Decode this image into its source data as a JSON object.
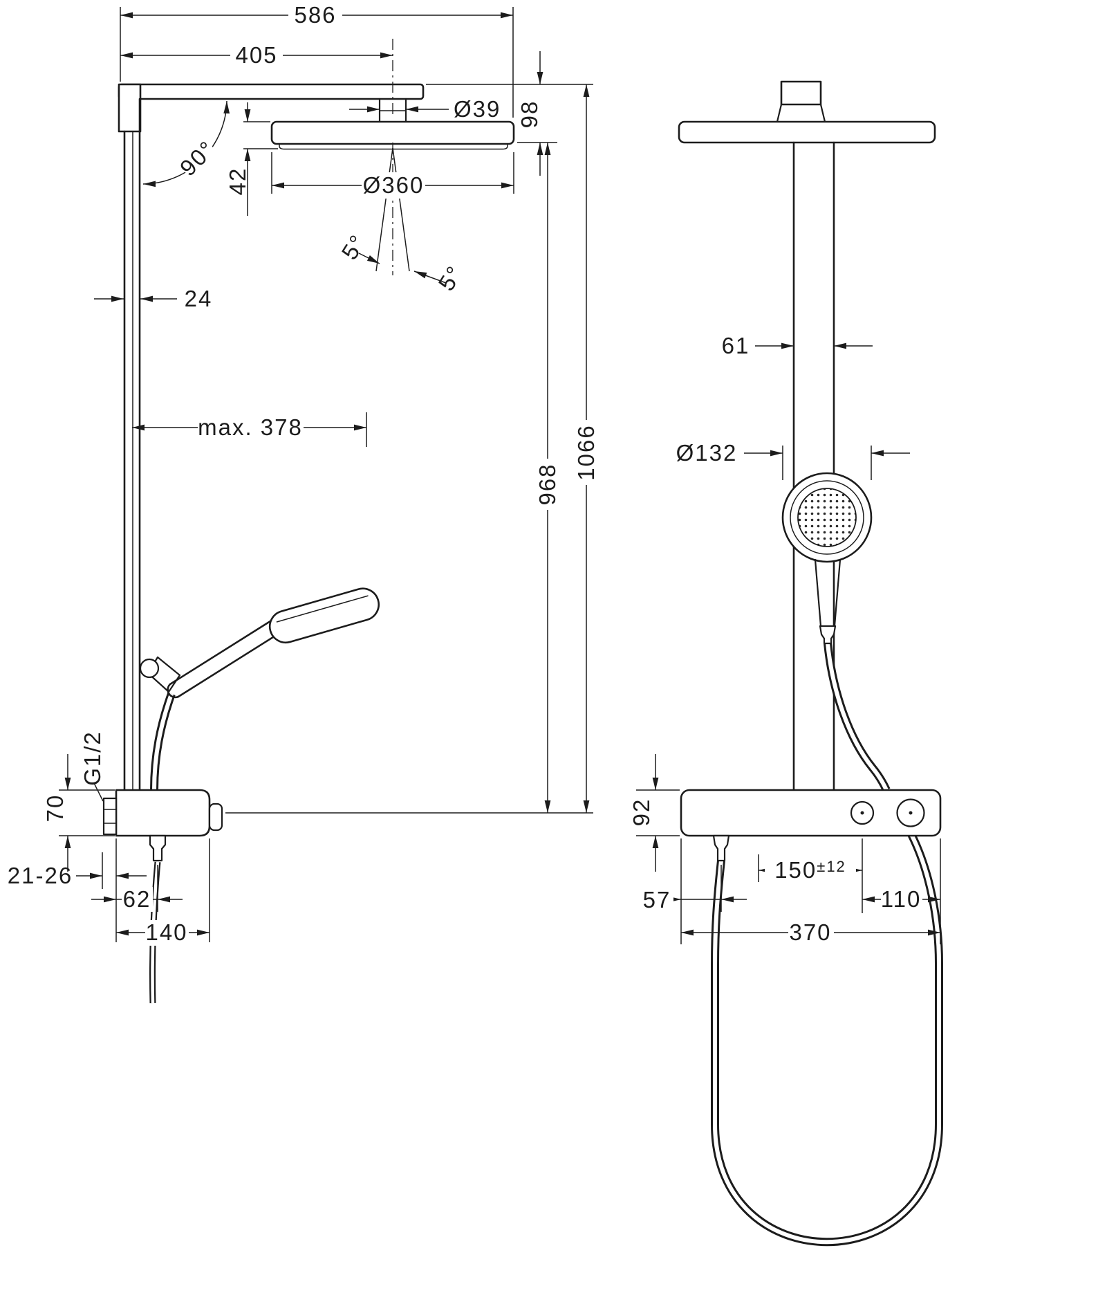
{
  "side": {
    "d586": "586",
    "d405": "405",
    "d39": "Ø39",
    "d98": "98",
    "a90": "90°",
    "d42": "42",
    "d360": "Ø360",
    "a5l": "5°",
    "a5r": "5°",
    "d24": "24",
    "dmax378": "max. 378",
    "d968": "968",
    "d1066": "1066",
    "thread": "G1/2",
    "d70": "70",
    "d2126": "21-26",
    "d62": "62",
    "d140": "140"
  },
  "front": {
    "d61": "61",
    "d132": "Ø132",
    "d92": "92",
    "d150": "150",
    "d150tol": "±12",
    "d57": "57",
    "d110": "110",
    "d370": "370"
  },
  "colors": {
    "ink": "#1c1c1c",
    "paper": "#ffffff"
  }
}
